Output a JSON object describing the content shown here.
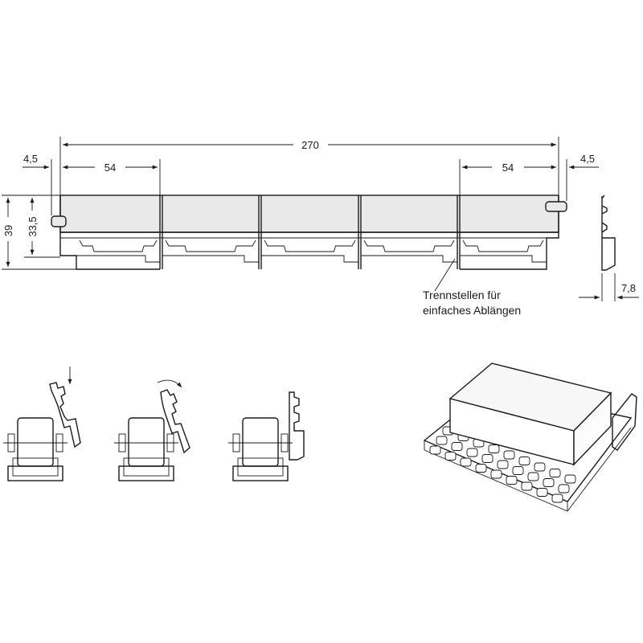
{
  "dimensions": {
    "total_length": "270",
    "segment_left": "54",
    "segment_right": "54",
    "end_left": "4,5",
    "end_right": "4,5",
    "height_total": "39",
    "height_inner": "33,5",
    "profile_thickness": "7,8"
  },
  "note": {
    "line1": "Trennstellen für",
    "line2": "einfaches Ablängen"
  }
}
